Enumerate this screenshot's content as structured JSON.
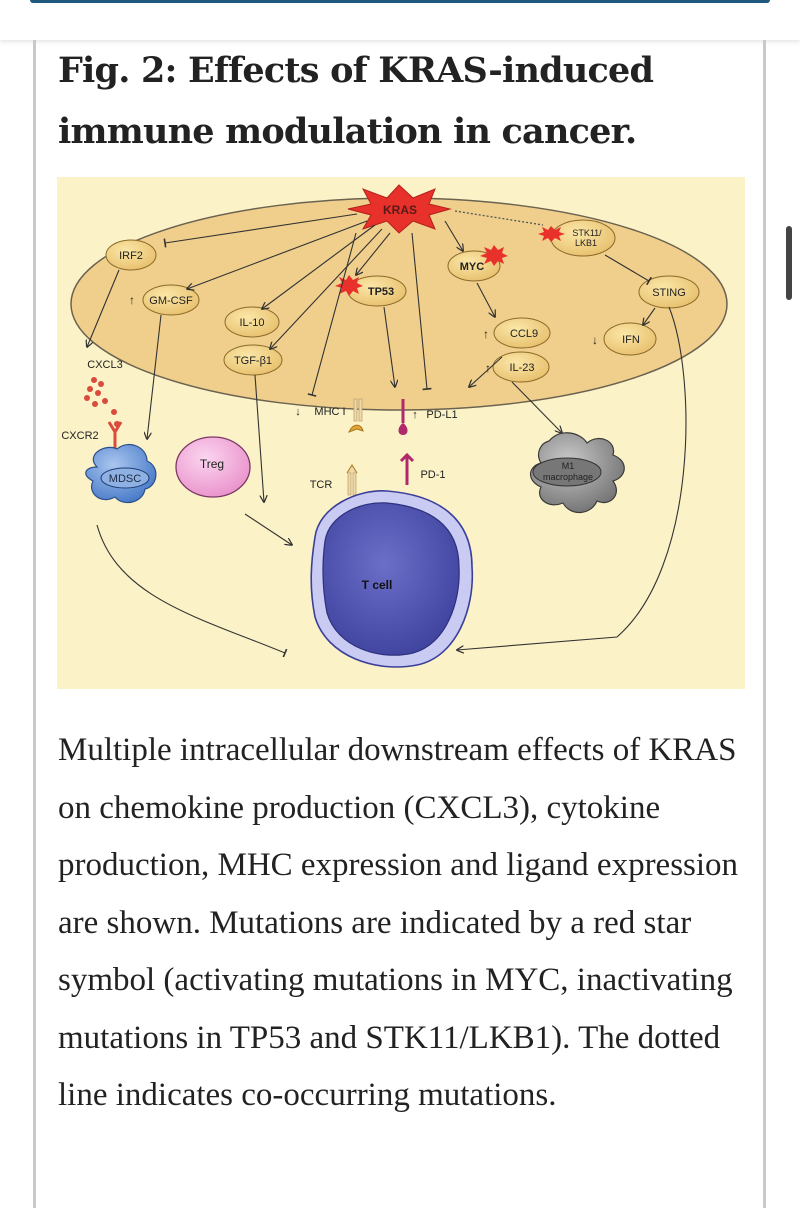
{
  "header": {
    "figure_title": "Fig. 2: Effects of KRAS-induced immune modulation in cancer."
  },
  "colors": {
    "accent_bar": "#21587d",
    "figure_background": "#fcf2c7",
    "cell_fill": "#f0cf8c",
    "mutation_star": "#e8312b",
    "tcell_fill": "#9a9de6",
    "mdsc_fill": "#4f83cf",
    "treg_fill": "#f2a3d8",
    "macrophage_fill": "#8a8a8a"
  },
  "diagram": {
    "nodes": {
      "kras": "KRAS",
      "stk11": "STK11/",
      "lkb1": "LKB1",
      "irf2": "IRF2",
      "myc": "MYC",
      "tp53": "TP53",
      "sting": "STING",
      "gmcsf": "GM-CSF",
      "il10": "IL-10",
      "tgfb1": "TGF-β1",
      "ccl9": "CCL9",
      "il23": "IL-23",
      "ifn": "IFN",
      "cxcl3": "CXCL3",
      "cxcr2": "CXCR2",
      "mhc1": "MHC I",
      "pdl1": "PD-L1",
      "pd1": "PD-1",
      "tcr": "TCR",
      "mdsc": "MDSC",
      "treg": "Treg",
      "m1": "M1",
      "macrophage": "macrophage",
      "tcell": "T cell"
    },
    "arrows": {
      "up": "↑",
      "down": "↓"
    }
  },
  "caption": "Multiple intracellular downstream effects of KRAS on chemokine production (CXCL3), cytokine production, MHC expression and ligand expression are shown. Mutations are indicated by a red star symbol (activating mutations in MYC, inactivating mutations in TP53 and STK11/LKB1). The dotted line indicates co-occurring mutations."
}
